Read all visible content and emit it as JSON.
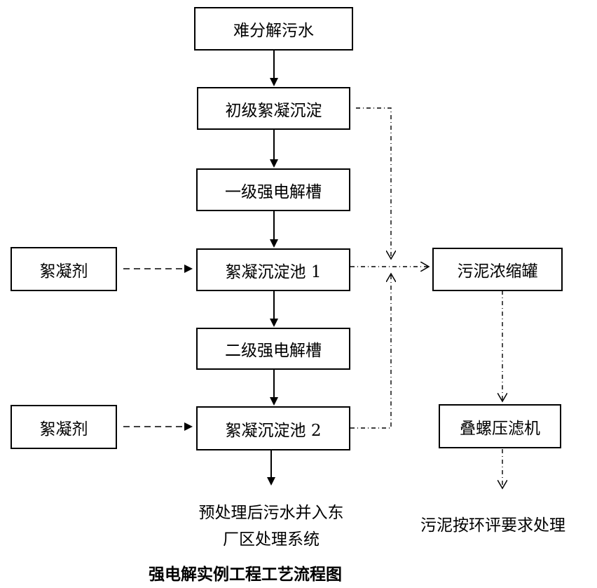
{
  "diagram": {
    "nodes": {
      "wastewater": "难分解污水",
      "primary_coag": "初级絮凝沉淀",
      "tank1": "一级强电解槽",
      "sed1": "絮凝沉淀池 1",
      "tank2": "二级强电解槽",
      "sed2": "絮凝沉淀池 2",
      "floc1": "絮凝剂",
      "floc2": "絮凝剂",
      "sludge_tank": "污泥浓缩罐",
      "filter_press": "叠螺压滤机"
    },
    "outputs": {
      "pretreated_line1": "预处理后污水并入东",
      "pretreated_line2": "厂区处理系统",
      "sludge": "污泥按环评要求处理"
    },
    "caption": "强电解实例工程工艺流程图"
  }
}
